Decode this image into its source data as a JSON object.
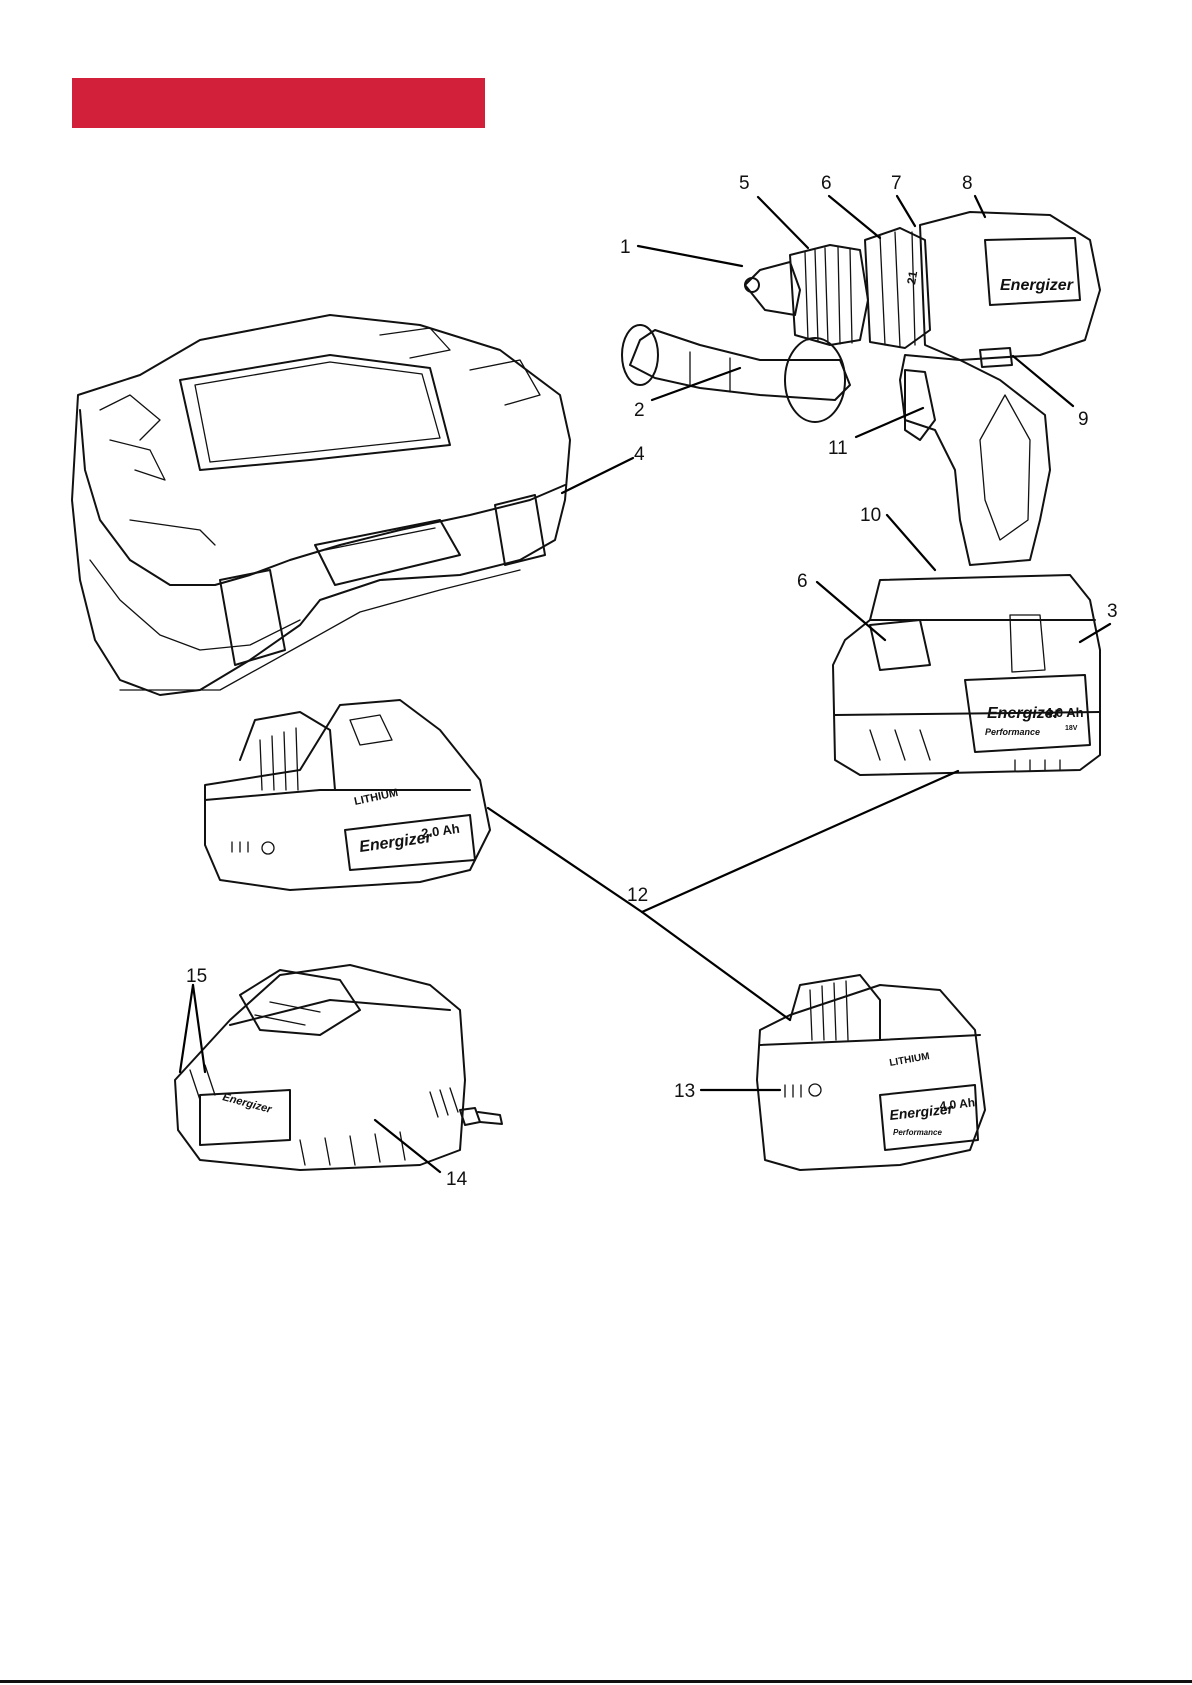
{
  "colors": {
    "header_bar": "#d21f3a",
    "bottom_rule": "#111111",
    "ink": "#111111"
  },
  "callouts": {
    "c1": "1",
    "c2": "2",
    "c3": "3",
    "c4": "4",
    "c5": "5",
    "c6a": "6",
    "c6b": "6",
    "c7": "7",
    "c8": "8",
    "c9": "9",
    "c10": "10",
    "c11": "11",
    "c12": "12",
    "c13": "13",
    "c14": "14",
    "c15": "15"
  },
  "product_markings": {
    "brand": "Energizer",
    "battery_small_capacity": "2.0 Ah",
    "battery_large_capacity": "4.0 Ah",
    "voltage": "18V",
    "battery_type": "LITHIUM",
    "series": "Performance",
    "torque_setting": "21"
  },
  "icons": {
    "case": "carry-case-illustration",
    "drill": "cordless-drill-illustration",
    "battery_small": "battery-2ah-illustration",
    "battery_large": "battery-4ah-illustration",
    "charger": "charger-illustration"
  }
}
